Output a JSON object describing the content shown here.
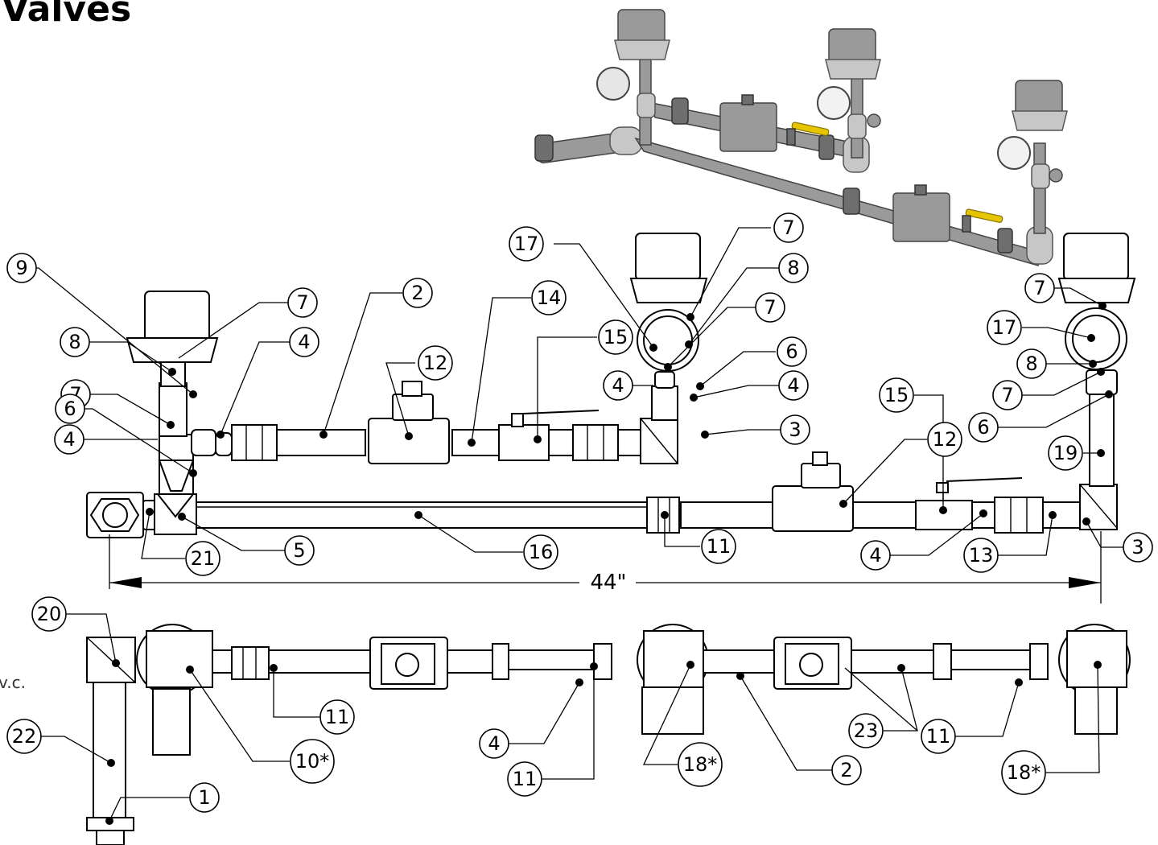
{
  "title": "Valves",
  "edge_text": "v.c.",
  "dimension": {
    "label": "44\""
  },
  "callouts": [
    {
      "id": "c9",
      "label": "9"
    },
    {
      "id": "c8a",
      "label": "8"
    },
    {
      "id": "c7a",
      "label": "7"
    },
    {
      "id": "c7b",
      "label": "7"
    },
    {
      "id": "c6a",
      "label": "6"
    },
    {
      "id": "c4a",
      "label": "4"
    },
    {
      "id": "c4b",
      "label": "4"
    },
    {
      "id": "c2a",
      "label": "2"
    },
    {
      "id": "c12a",
      "label": "12"
    },
    {
      "id": "c14",
      "label": "14"
    },
    {
      "id": "c15a",
      "label": "15"
    },
    {
      "id": "c17a",
      "label": "17"
    },
    {
      "id": "c7c",
      "label": "7"
    },
    {
      "id": "c8b",
      "label": "8"
    },
    {
      "id": "c7d",
      "label": "7"
    },
    {
      "id": "c4c",
      "label": "4"
    },
    {
      "id": "c6b",
      "label": "6"
    },
    {
      "id": "c4d",
      "label": "4"
    },
    {
      "id": "c3a",
      "label": "3"
    },
    {
      "id": "c5",
      "label": "5"
    },
    {
      "id": "c21",
      "label": "21"
    },
    {
      "id": "c16",
      "label": "16"
    },
    {
      "id": "c11a",
      "label": "11"
    },
    {
      "id": "c15b",
      "label": "15"
    },
    {
      "id": "c12b",
      "label": "12"
    },
    {
      "id": "c4e",
      "label": "4"
    },
    {
      "id": "c13",
      "label": "13"
    },
    {
      "id": "c7e",
      "label": "7"
    },
    {
      "id": "c17b",
      "label": "17"
    },
    {
      "id": "c8c",
      "label": "8"
    },
    {
      "id": "c7f",
      "label": "7"
    },
    {
      "id": "c6c",
      "label": "6"
    },
    {
      "id": "c19",
      "label": "19"
    },
    {
      "id": "c3b",
      "label": "3"
    },
    {
      "id": "c20",
      "label": "20"
    },
    {
      "id": "c22",
      "label": "22"
    },
    {
      "id": "c1",
      "label": "1"
    },
    {
      "id": "c11b",
      "label": "11"
    },
    {
      "id": "c10",
      "label": "10*"
    },
    {
      "id": "c4f",
      "label": "4"
    },
    {
      "id": "c11c",
      "label": "11"
    },
    {
      "id": "c18a",
      "label": "18*"
    },
    {
      "id": "c2b",
      "label": "2"
    },
    {
      "id": "c23",
      "label": "23"
    },
    {
      "id": "c11d",
      "label": "11"
    },
    {
      "id": "c18b",
      "label": "18*"
    }
  ]
}
